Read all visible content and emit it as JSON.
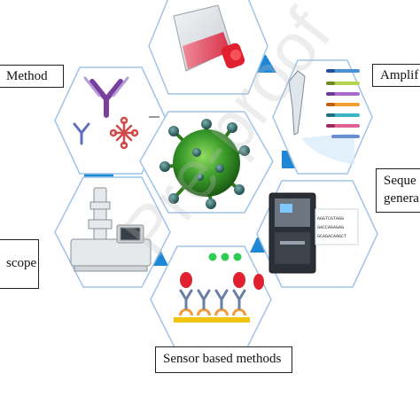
{
  "labels": {
    "method": "Method",
    "amplification": "Amplif",
    "sequencing_line1": "Seque",
    "sequencing_line2": "genera",
    "microscope": "scope",
    "sensor": "Sensor based methods"
  },
  "sequencer_screen_text": [
    "AGGTCGTAGG",
    "GACCAGAGAG",
    "GCAGACAAGCT"
  ],
  "watermark": "Pre-proof",
  "colors": {
    "hex_fill": "#ffffff",
    "hex_stroke": "#9fc4e6",
    "connector": "#1e88d6",
    "virus": "#3a9a2a"
  }
}
